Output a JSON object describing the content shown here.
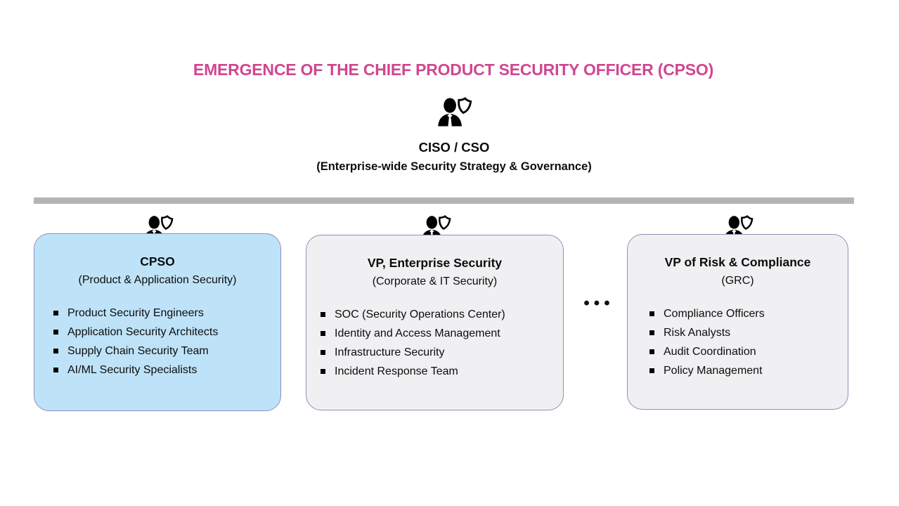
{
  "title": "EMERGENCE OF THE CHIEF PRODUCT SECURITY OFFICER (CPSO)",
  "colors": {
    "title_pink": "#d04691",
    "box_blue": "#bee3f8",
    "box_gray": "#f0f0f2",
    "border_purple": "#8f8fba",
    "divider_gray": "#b4b4b6"
  },
  "root": {
    "icon": "person-shield-icon",
    "title": "CISO / CSO",
    "subtitle": "(Enterprise-wide Security Strategy & Governance)"
  },
  "more_indicator": "•••",
  "boxes": [
    {
      "icon": "person-shield-icon",
      "title": "CPSO",
      "subtitle": "(Product & Application Security)",
      "highlighted": true,
      "items": [
        "Product Security Engineers",
        "Application Security Architects",
        "Supply Chain Security Team",
        "AI/ML Security Specialists"
      ]
    },
    {
      "icon": "person-shield-icon",
      "title": "VP, Enterprise Security",
      "subtitle": "(Corporate & IT Security)",
      "highlighted": false,
      "items": [
        "SOC (Security Operations Center)",
        "Identity and Access Management",
        "Infrastructure Security",
        "Incident Response Team"
      ]
    },
    {
      "icon": "person-shield-icon",
      "title": "VP of Risk & Compliance",
      "subtitle": "(GRC)",
      "highlighted": false,
      "items": [
        "Compliance Officers",
        "Risk Analysts",
        "Audit Coordination",
        "Policy Management"
      ]
    }
  ]
}
